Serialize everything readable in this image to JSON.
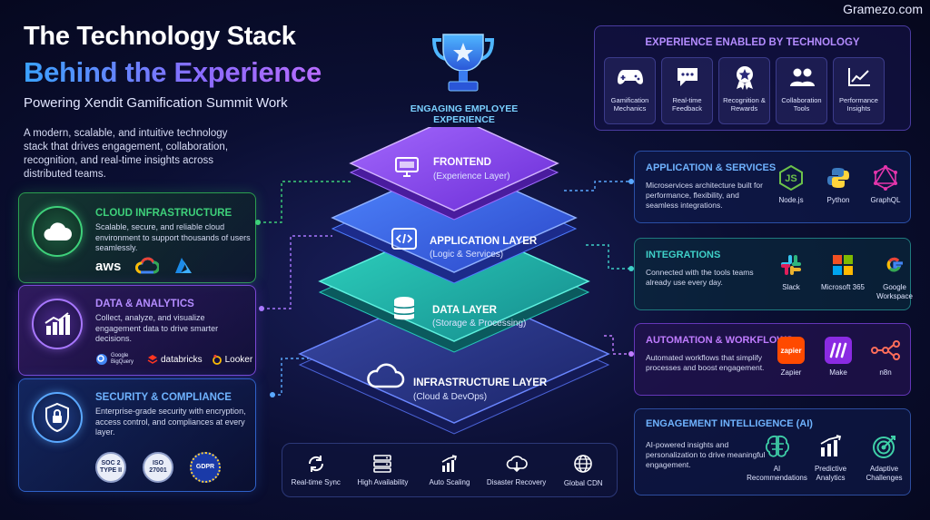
{
  "brand": "Gramezo.com",
  "title_line1": "The Technology Stack",
  "title_line2": "Behind the Experience",
  "subtitle": "Powering Xendit Gamification Summit Work",
  "intro": "A modern, scalable, and intuitive technology stack that drives engagement, collaboration, recognition, and real-time insights across distributed teams.",
  "top_label": "ENGAGING EMPLOYEE EXPERIENCE",
  "layers": [
    {
      "title": "FRONTEND",
      "subtitle": "(Experience Layer)",
      "icon": "monitor-icon",
      "color": "#8f4dff"
    },
    {
      "title": "APPLICATION LAYER",
      "subtitle": "(Logic & Services)",
      "icon": "code-icon",
      "color": "#3f6dff"
    },
    {
      "title": "DATA LAYER",
      "subtitle": "(Storage & Processing)",
      "icon": "database-icon",
      "color": "#19b7a8"
    },
    {
      "title": "INFRASTRUCTURE LAYER",
      "subtitle": "(Cloud & DevOps)",
      "icon": "cloud-icon",
      "color": "#3a4fb8"
    }
  ],
  "left_cards": {
    "cloud": {
      "title": "CLOUD INFRASTRUCTURE",
      "desc": "Scalable, secure, and reliable cloud environment to support thousands of users seamlessly.",
      "logos": [
        "aws"
      ],
      "accent": "#3ed07a"
    },
    "data": {
      "title": "DATA & ANALYTICS",
      "desc": "Collect, analyze, and visualize engagement data to drive smarter decisions.",
      "logos": [
        "Google BigQuery",
        "databricks",
        "Looker"
      ],
      "accent": "#a877ff"
    },
    "security": {
      "title": "SECURITY & COMPLIANCE",
      "desc": "Enterprise-grade security with encryption, access control, and compliances at every layer.",
      "badges": [
        "SOC 2 TYPE II",
        "ISO 27001",
        "GDPR"
      ],
      "accent": "#5aa8ff"
    }
  },
  "tech_bar": [
    "Real-time Sync",
    "High Availability",
    "Auto Scaling",
    "Disaster Recovery",
    "Global CDN"
  ],
  "experience": {
    "title": "EXPERIENCE ENABLED BY TECHNOLOGY",
    "items": [
      {
        "label": "Gamification Mechanics",
        "icon": "gamepad-icon"
      },
      {
        "label": "Real-time Feedback",
        "icon": "chat-icon"
      },
      {
        "label": "Recognition & Rewards",
        "icon": "medal-icon"
      },
      {
        "label": "Collaboration Tools",
        "icon": "people-icon"
      },
      {
        "label": "Performance Insights",
        "icon": "chart-line-icon"
      }
    ]
  },
  "right_cards": {
    "app": {
      "title": "APPLICATION & SERVICES",
      "desc": "Microservices architecture built for performance, flexibility, and seamless integrations.",
      "logos": [
        "Node.js",
        "Python",
        "GraphQL"
      ],
      "accent": "#5aa8ff"
    },
    "integrations": {
      "title": "INTEGRATIONS",
      "desc": "Connected with the tools teams already use every day.",
      "logos": [
        "Slack",
        "Microsoft 365",
        "Google Workspace"
      ],
      "accent": "#3fd0c8"
    },
    "automation": {
      "title": "AUTOMATION & WORKFLOWS",
      "desc": "Automated workflows that simplify processes and boost engagement.",
      "logos": [
        "Zapier",
        "Make",
        "n8n"
      ],
      "zapier_mark": "zapier",
      "accent": "#c07cff"
    },
    "ai": {
      "title": "ENGAGEMENT INTELLIGENCE (AI)",
      "desc": "AI-powered insights and personalization to drive meaningful engagement.",
      "logos": [
        "AI Recommendations",
        "Predictive Analytics",
        "Adaptive Challenges"
      ],
      "accent": "#5aa8ff"
    }
  }
}
